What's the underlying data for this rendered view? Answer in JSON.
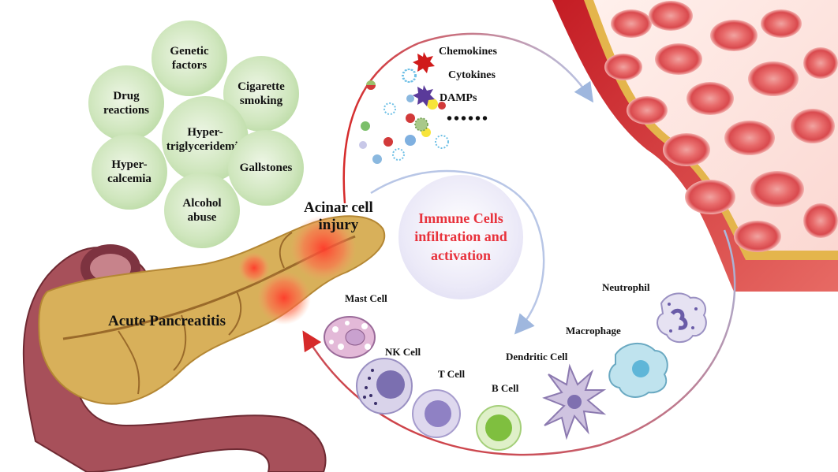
{
  "risk_factors": [
    {
      "id": "genetic",
      "label": "Genetic\nfactors"
    },
    {
      "id": "cigarette",
      "label": "Cigarette\nsmoking"
    },
    {
      "id": "drug",
      "label": "Drug\nreactions"
    },
    {
      "id": "hypertrig",
      "label": "Hyper-\ntriglyceridemia"
    },
    {
      "id": "hypercalcemia",
      "label": "Hyper-\ncalcemia"
    },
    {
      "id": "gallstones",
      "label": "Gallstones"
    },
    {
      "id": "alcohol",
      "label": "Alcohol\nabuse"
    }
  ],
  "mediators": {
    "chemokines": "Chemokines",
    "cytokines": "Cytokines",
    "damps": "DAMPs",
    "ellipsis": "••••••"
  },
  "acinar_label": "Acinar cell\ninjury",
  "pancreatitis_label": "Acute Pancreatitis",
  "center_label": "Immune Cells\ninfiltration and\nactivation",
  "immune_cells": {
    "mast": "Mast Cell",
    "nk": "NK Cell",
    "t": "T Cell",
    "b": "B Cell",
    "dendritic": "Dendritic Cell",
    "macrophage": "Macrophage",
    "neutrophil": "Neutrophil"
  },
  "colors": {
    "risk_green": "#a8d08e",
    "hub_text": "#e8323c",
    "arrow_red": "#d62a2a",
    "arrow_blue": "#9fb7de",
    "blood": "#c9242b"
  }
}
